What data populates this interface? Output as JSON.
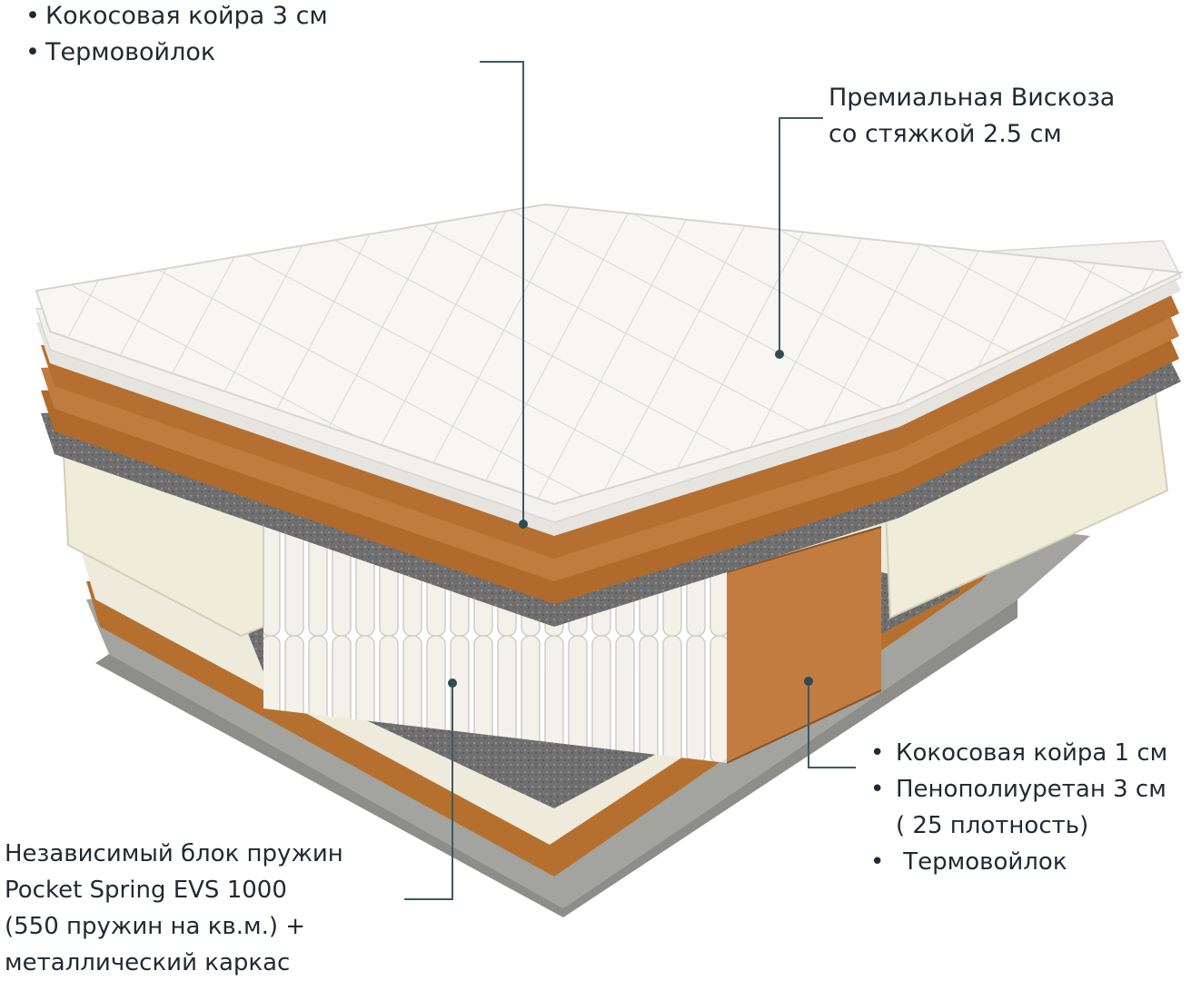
{
  "labels": {
    "top_left": {
      "items": [
        "Кокосовая койра 3 см",
        "Термовойлок"
      ]
    },
    "top_right": {
      "lines": [
        "Премиальная Вискоза",
        "со стяжкой 2.5 см"
      ]
    },
    "bottom_right": {
      "items": [
        "Кокосовая койра 1 см",
        "Пенополиуретан 3 см",
        "( 25 плотность)",
        " Термовойлок"
      ]
    },
    "bottom_left": {
      "lines": [
        "Независимый блок пружин",
        "Pocket Spring EVS 1000",
        "(550 пружин на кв.м.) +",
        "металлический каркас"
      ]
    }
  },
  "colors": {
    "callout_line": "#3c5a63",
    "quilt": "#f6f5f1",
    "coir": "#b8733a",
    "felt": "#6d6d6d",
    "foam": "#ede9d9",
    "base": "#9a9a96"
  }
}
